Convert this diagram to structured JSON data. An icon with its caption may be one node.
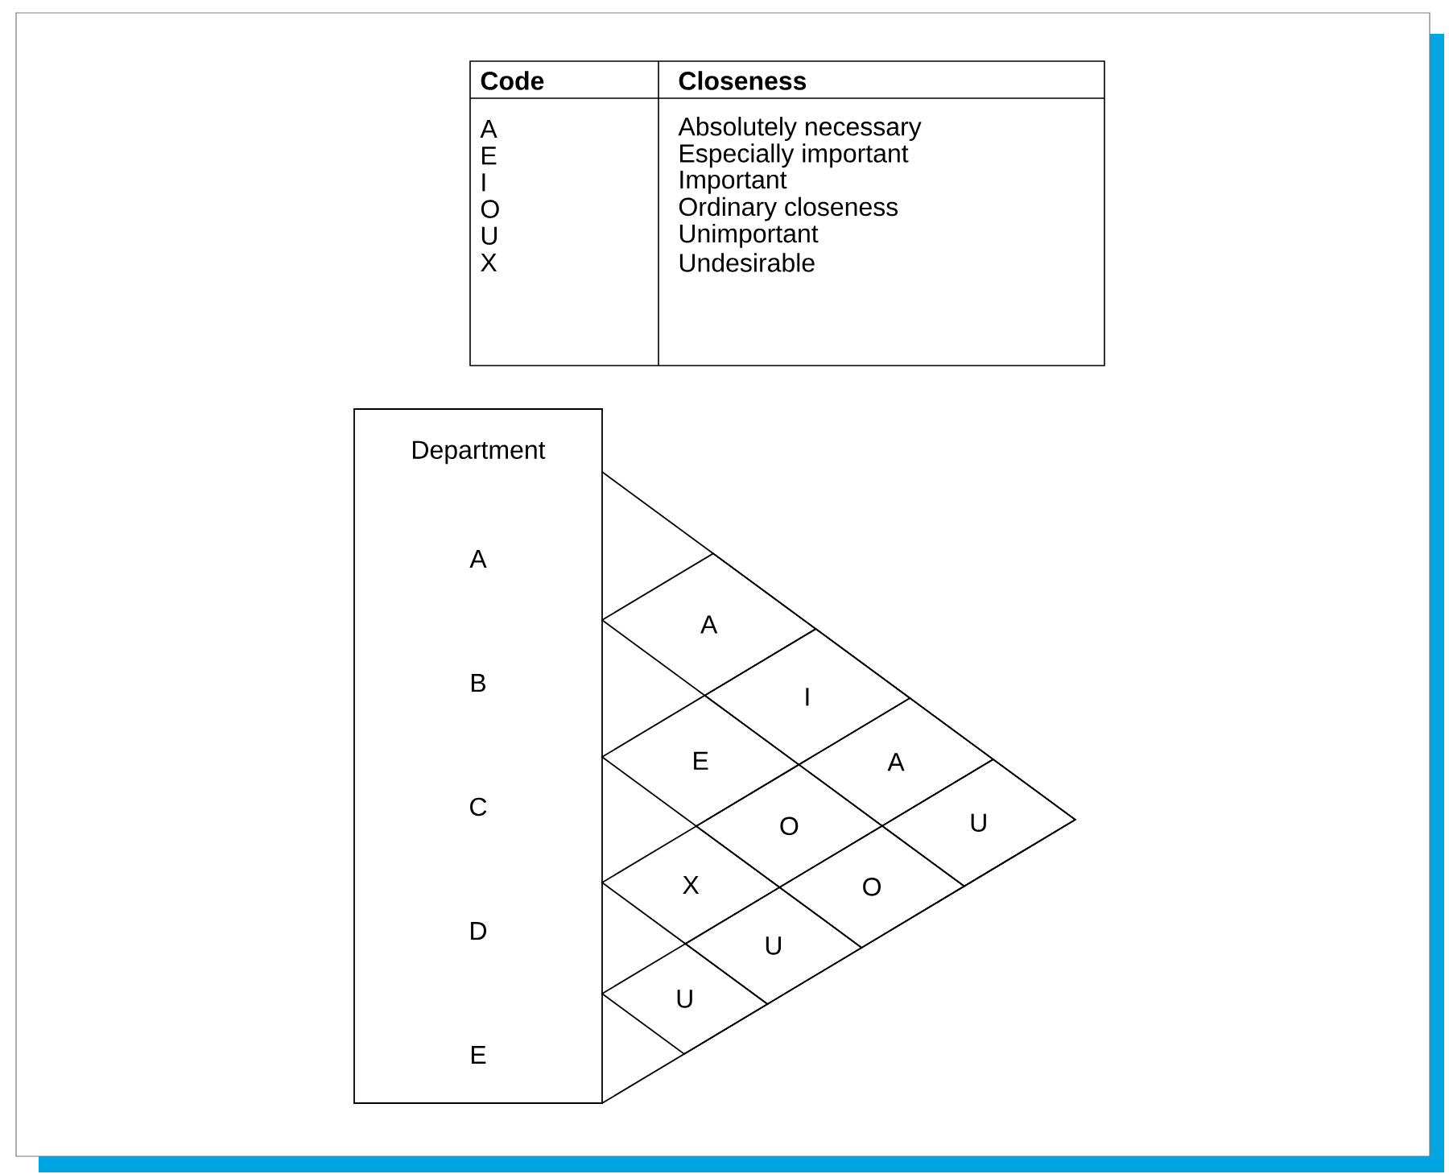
{
  "diagram": {
    "nodes": [
      {
        "text": [
          "Department",
          "A",
          "B",
          "C",
          "D",
          "E"
        ]
      },
      {
        "text": [
          "A"
        ]
      },
      {
        "text": [
          "I"
        ]
      },
      {
        "text": [
          "E"
        ]
      },
      {
        "text": [
          "A"
        ]
      },
      {
        "text": [
          "O"
        ]
      },
      {
        "text": [
          "U"
        ]
      },
      {
        "text": [
          "X"
        ]
      },
      {
        "text": [
          "O"
        ]
      },
      {
        "text": [
          "U"
        ]
      },
      {
        "text": [
          "U"
        ]
      }
    ],
    "labels": [
      "Code",
      "Closeness",
      "A",
      "Absolutely necessary",
      "E",
      "Especially important",
      "I",
      "Important",
      "O",
      "Ordinary closeness",
      "U",
      "Unimportant",
      "X",
      "Undesirable"
    ]
  }
}
